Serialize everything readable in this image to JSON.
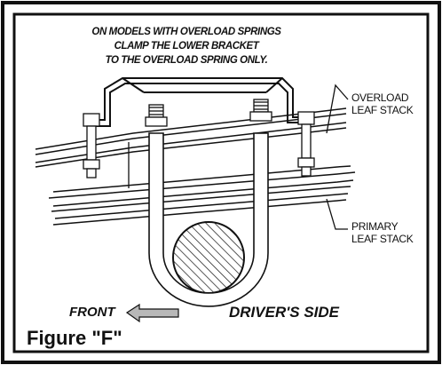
{
  "instruction_note": {
    "lines": [
      "ON MODELS WITH OVERLOAD SPRINGS",
      "CLAMP THE LOWER BRACKET",
      "TO THE OVERLOAD SPRING ONLY."
    ]
  },
  "labels": {
    "overload_line1": "OVERLOAD",
    "overload_line2": "LEAF STACK",
    "primary_line1": "PRIMARY",
    "primary_line2": "LEAF STACK",
    "front": "FRONT",
    "drivers_side": "DRIVER'S SIDE"
  },
  "figure_label": "Figure \"F\"",
  "colors": {
    "ink": "#111111",
    "arrow_fill": "#b8b8b8"
  }
}
